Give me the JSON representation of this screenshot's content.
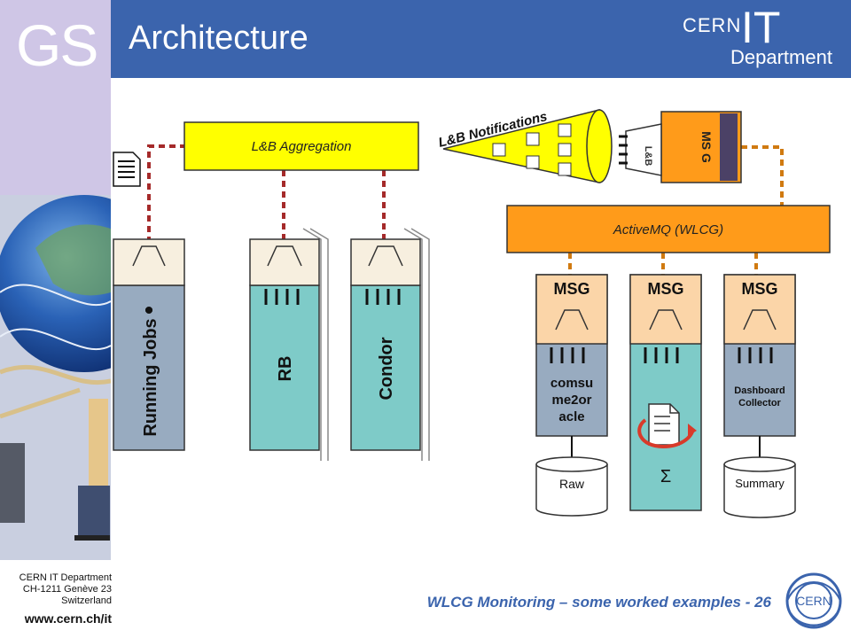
{
  "header": {
    "logo": "GS",
    "title": "Architecture"
  },
  "brand": {
    "cern": "CERN",
    "it": "IT",
    "dept": "Department"
  },
  "diagram": {
    "aggregation": "L&B Aggregation",
    "notifications": "L&B Notifications",
    "activemq": "ActiveMQ (WLCG)",
    "plug_label": "L&B",
    "msg_device": "MS G",
    "sources": {
      "running_jobs": "Running Jobs",
      "rb": "RB",
      "condor": "Condor"
    },
    "consumers": [
      {
        "header": "MSG",
        "body": "comsu me2or acle",
        "store": "Raw"
      },
      {
        "header": "MSG",
        "body": "",
        "store": "Σ"
      },
      {
        "header": "MSG",
        "body": "Dashboard Collector",
        "store": "Summary"
      }
    ]
  },
  "footer": {
    "address": [
      "CERN IT Department",
      "CH-1211 Genève 23",
      "Switzerland"
    ],
    "url": "www.cern.ch/it",
    "caption": "WLCG Monitoring – some worked examples - 26",
    "logo_text": "CERN"
  },
  "colors": {
    "header_blue": "#3b64ad",
    "yellow": "#ffff00",
    "orange": "#ff9b1a",
    "teal": "#7ecbc8",
    "slate": "#98abc0",
    "peach": "#fbd5a8",
    "dashed_red": "#a52a2a"
  }
}
